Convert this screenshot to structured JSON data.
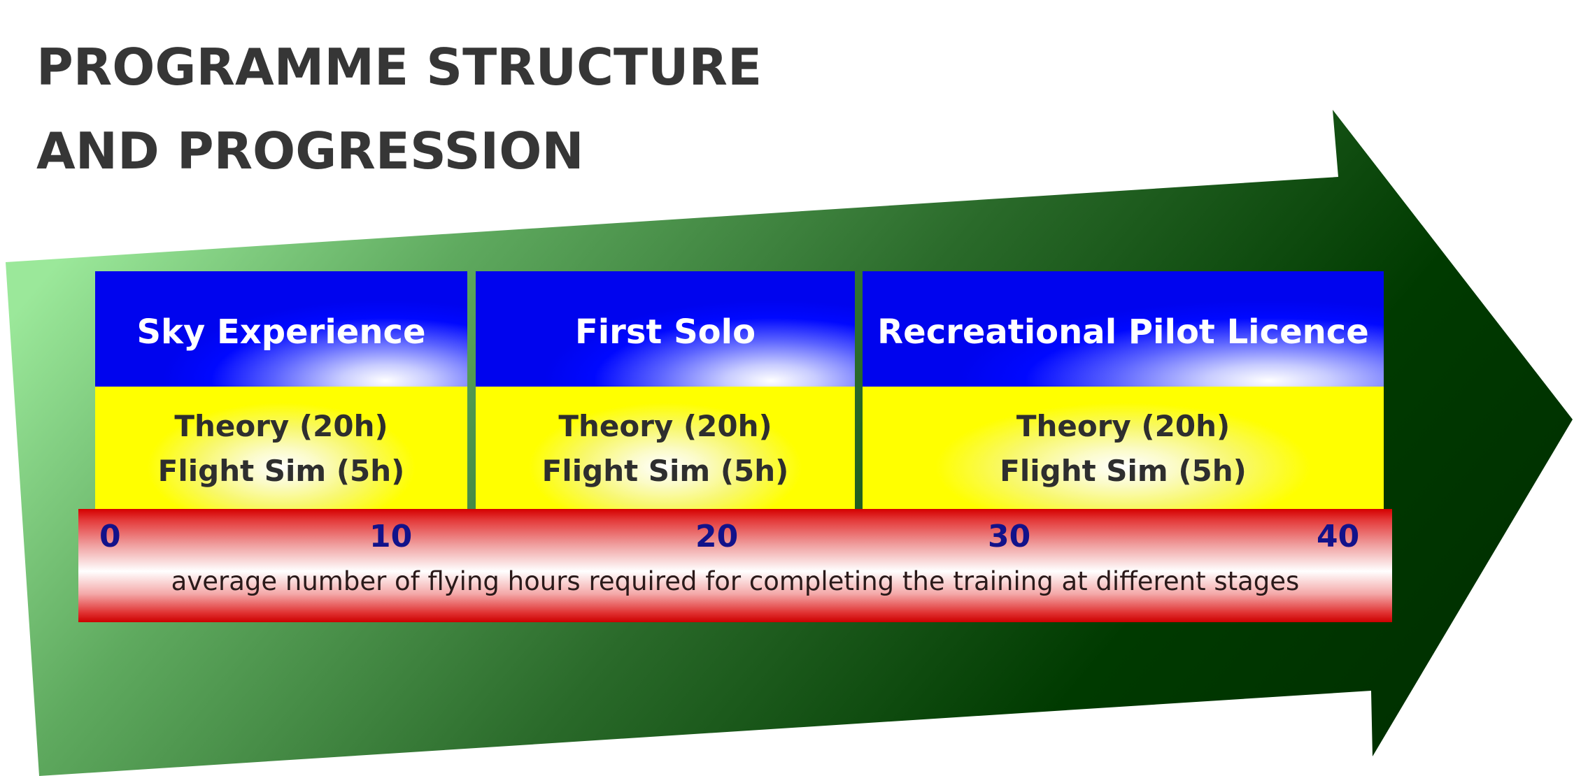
{
  "title": {
    "line1": "PROGRAMME STRUCTURE",
    "line2": "AND PROGRESSION"
  },
  "colors": {
    "arrow_light": "#9be89a",
    "arrow_dark": "#003300",
    "stage_head": "#0000ff",
    "stage_body": "#ffff00",
    "scale_bar": "#d40000",
    "tick_text": "#12128a"
  },
  "stages": [
    {
      "name": "Sky Experience",
      "theory": "Theory (20h)",
      "sim": "Flight Sim (5h)"
    },
    {
      "name": "First Solo",
      "theory": "Theory (20h)",
      "sim": "Flight Sim (5h)"
    },
    {
      "name": "Recreational Pilot Licence",
      "theory": "Theory (20h)",
      "sim": "Flight Sim (5h)"
    }
  ],
  "scale": {
    "ticks": [
      "0",
      "10",
      "20",
      "30",
      "40"
    ],
    "caption": "average number of flying hours required for completing the training at different stages"
  }
}
